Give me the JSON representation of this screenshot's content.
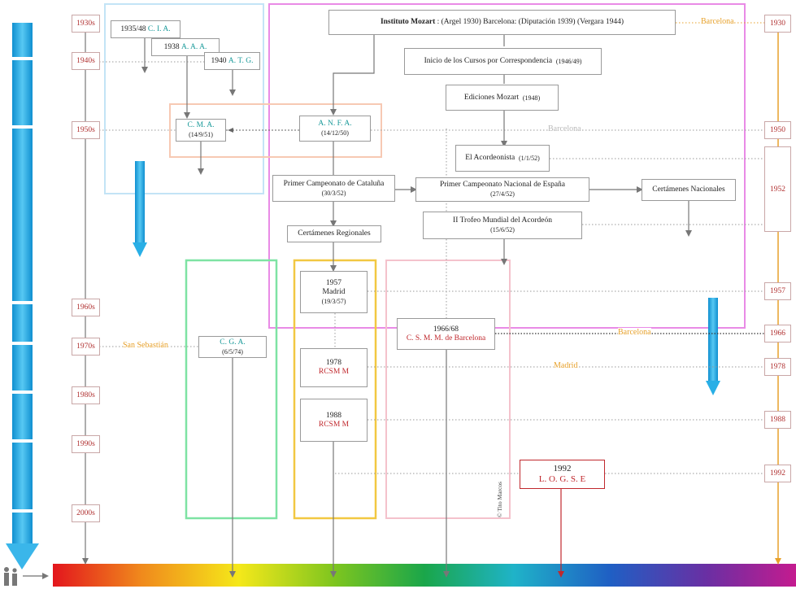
{
  "decades_left": [
    "1930s",
    "1940s",
    "1950s",
    "1960s",
    "1970s",
    "1980s",
    "1990s",
    "2000s"
  ],
  "years_right": [
    "1930",
    "1950",
    "1952",
    "1957",
    "1966",
    "1978",
    "1988",
    "1992"
  ],
  "boxes": {
    "cia": {
      "year": "1935/48",
      "name": "C. I. A."
    },
    "aaa": {
      "year": "1938",
      "name": "A. A. A."
    },
    "atg": {
      "year": "1940",
      "name": "A. T. G."
    },
    "cma": {
      "name": "C. M. A.",
      "date": "(14/9/51)"
    },
    "anfa": {
      "name": "A. N. F. A.",
      "date": "(14/12/50)"
    },
    "mozart": {
      "title": "Instituto Mozart",
      "detail": " : (Argel 1930) Barcelona: (Diputación 1939) (Vergara 1944)"
    },
    "cursos": {
      "text": "Inicio de los Cursos por Correspondencia",
      "date": "(1946/49)"
    },
    "ediciones": {
      "text": "Ediciones Mozart",
      "date": "(1948)"
    },
    "acordeonista": {
      "text": "El Acordeonista",
      "date": "(1/1/52)"
    },
    "campeonato_cat": {
      "text": "Primer Campeonato de Cataluña",
      "date": "(30/3/52)"
    },
    "campeonato_esp": {
      "text": "Primer Campeonato Nacional de España",
      "date": "(27/4/52)"
    },
    "certamenes_nac": {
      "text": "Certámenes Nacionales"
    },
    "trofeo": {
      "text": "II Trofeo Mundial del Acordeón",
      "date": "(15/6/52)"
    },
    "certamenes_reg": {
      "text": "Certámenes Regionales"
    },
    "madrid1957": {
      "year": "1957",
      "city": "Madrid",
      "date": "(19/3/57)"
    },
    "csmm": {
      "year": "1966/68",
      "name": "C. S. M. M. de Barcelona"
    },
    "cga": {
      "name": "C. G. A.",
      "date": "(6/5/74)"
    },
    "rcsm78": {
      "year": "1978",
      "name": "RCSM M"
    },
    "rcsm88": {
      "year": "1988",
      "name": "RCSM M"
    },
    "logse": {
      "year": "1992",
      "name": "L. O. G. S. E"
    }
  },
  "places": {
    "barcelona_top": "Barcelona",
    "barcelona_1950": "Barcelona",
    "barcelona_1966": "Barcelona",
    "madrid_1978": "Madrid",
    "san_sebastian": "San Sebastián"
  },
  "copyright": "© Tito Marcos",
  "colors": {
    "decade_red": "#b03030",
    "teal": "#1a9a9a",
    "orange": "#e7a12b",
    "pink_frame": "#e98be6",
    "blue_frame": "#bfe3f5",
    "peach_frame": "#f7c9b3",
    "green_frame": "#7ee3a3",
    "yellow_frame": "#f2c842",
    "rose_frame": "#f4c2cc",
    "arrow_blue": "#1fa8e0"
  }
}
